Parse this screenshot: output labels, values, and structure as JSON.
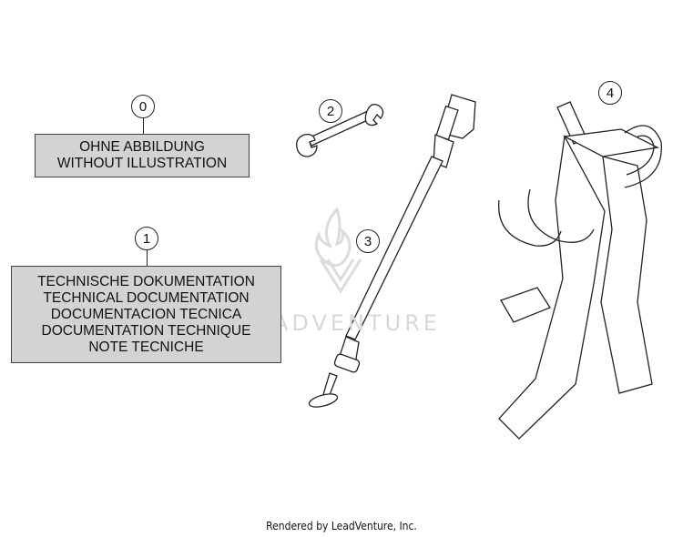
{
  "callouts": [
    "0",
    "1",
    "2",
    "3",
    "4"
  ],
  "box_0": {
    "lines": [
      "OHNE ABBILDUNG",
      "WITHOUT ILLUSTRATION"
    ]
  },
  "box_1": {
    "lines": [
      "TECHNISCHE DOKUMENTATION",
      "TECHNICAL DOCUMENTATION",
      "DOCUMENTACION TECNICA",
      "DOCUMENTATION TECHNIQUE",
      "NOTE TECNICHE"
    ]
  },
  "watermark": "ADVENTURE",
  "footer": "Rendered by LeadVenture, Inc.",
  "icons": {
    "watermark_logo": "flame-logo-icon"
  },
  "colors": {
    "box_fill": "#d3d3d3",
    "line": "#222222",
    "watermark": "#d8d8d8"
  }
}
